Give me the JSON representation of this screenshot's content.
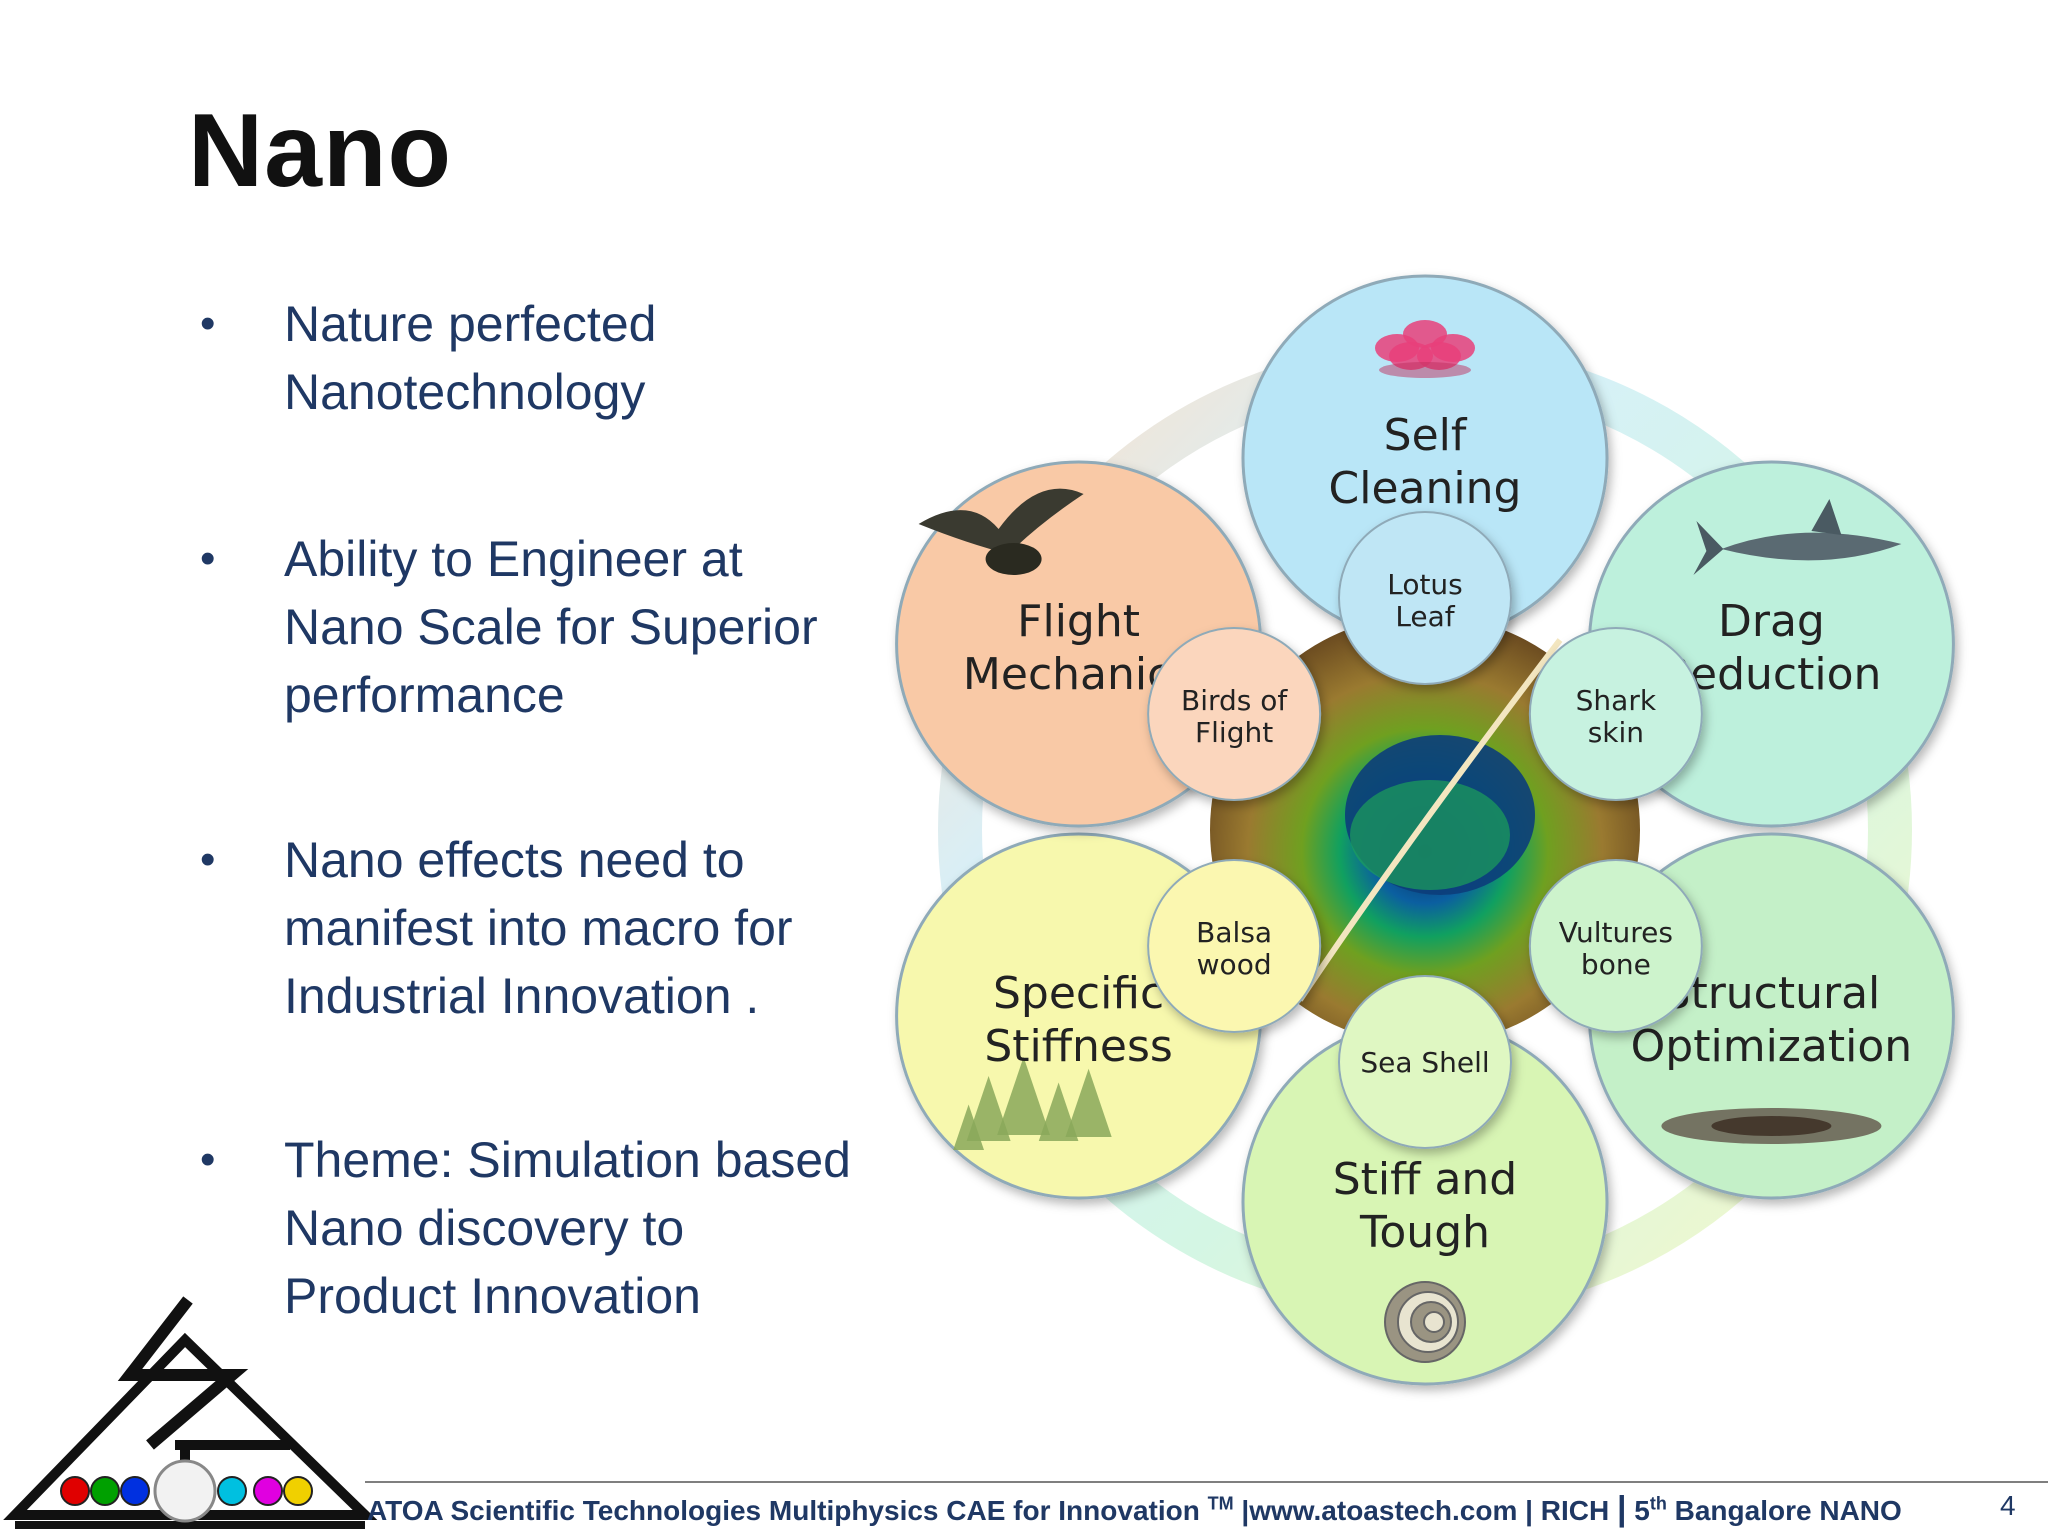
{
  "slide": {
    "title": "Nano",
    "page_number": "4",
    "footer": {
      "main": "ATOA Scientific Technologies Multiphysics CAE for Innovation ",
      "tm": "TM",
      "rest": " |www.atoastech.com | RICH ",
      "sep": "|",
      "ord_prefix": " 5",
      "ord_sup": "th",
      "ord_suffix": " Bangalore NANO"
    }
  },
  "bullets": [
    {
      "symbol": "•",
      "text": "Nature perfected\nNanotechnology"
    },
    {
      "symbol": "•",
      "text": "Ability to Engineer at\nNano Scale for Superior\nperformance"
    },
    {
      "symbol": "•",
      "text": "Nano effects need to\nmanifest into macro  for\nIndustrial Innovation ."
    },
    {
      "symbol": "•",
      "text": "Theme: Simulation based\nNano discovery to\nProduct Innovation"
    }
  ],
  "diagram": {
    "outer_nodes": [
      {
        "line1": "Self",
        "line2": "Cleaning",
        "color": "#b9e6f7",
        "icon": "lotus-flower-icon"
      },
      {
        "line1": "Drag",
        "line2": "Reduction",
        "color": "#bdf0dc",
        "icon": "shark-icon"
      },
      {
        "line1": "Structural",
        "line2": "Optimization",
        "color": "#c4f0c8",
        "icon": "vulture-bone-icon"
      },
      {
        "line1": "Stiff and",
        "line2": "Tough",
        "color": "#d8f5b4",
        "icon": "sea-shell-icon"
      },
      {
        "line1": "Specific",
        "line2": "Stiffness",
        "color": "#f7f8ad",
        "icon": "trees-icon"
      },
      {
        "line1": "Flight",
        "line2": "Mechanics",
        "color": "#f9c9a6",
        "icon": "eagle-icon"
      }
    ],
    "inner_nodes": [
      {
        "line1": "Lotus",
        "line2": "Leaf",
        "color": "#bfe6f5"
      },
      {
        "line1": "Shark",
        "line2": "skin",
        "color": "#c7f2e0"
      },
      {
        "line1": "Vultures",
        "line2": "bone",
        "color": "#cdf3cc"
      },
      {
        "line1": "Sea Shell",
        "line2": "",
        "color": "#dff7c2"
      },
      {
        "line1": "Balsa",
        "line2": "wood",
        "color": "#fbf7b0"
      },
      {
        "line1": "Birds of",
        "line2": "Flight",
        "color": "#fbd6bd"
      }
    ],
    "center_icon": "peacock-feather-icon"
  },
  "logo": {
    "icon": "atoa-logo-icon",
    "colors": [
      "#e00000",
      "#00a000",
      "#0030e0",
      "#00c0e0",
      "#e000e0",
      "#f0d000"
    ]
  }
}
